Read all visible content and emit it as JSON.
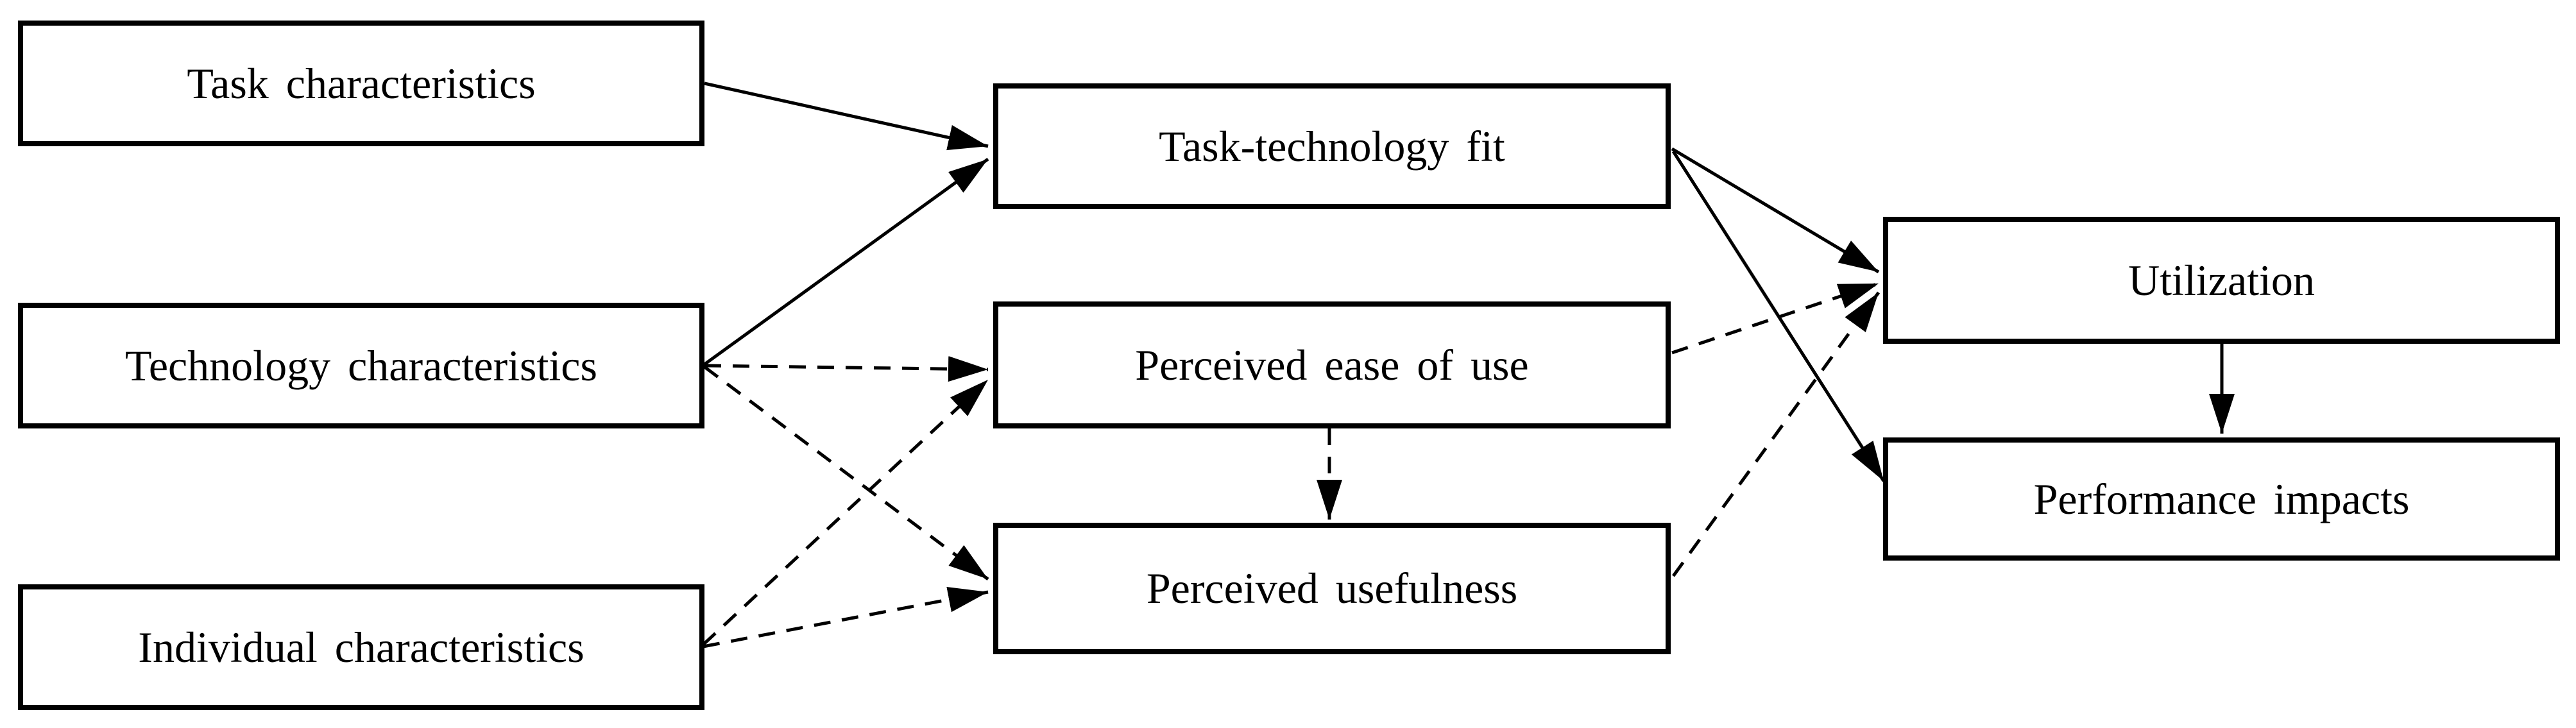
{
  "nodes": {
    "task": {
      "label": "Task characteristics"
    },
    "tech": {
      "label": "Technology characteristics"
    },
    "individual": {
      "label": "Individual characteristics"
    },
    "ttf": {
      "label": "Task-technology fit"
    },
    "peu": {
      "label": "Perceived ease of use"
    },
    "pu": {
      "label": "Perceived usefulness"
    },
    "util": {
      "label": "Utilization"
    },
    "perf": {
      "label": "Performance impacts"
    }
  },
  "edges": [
    {
      "from": "task",
      "to": "ttf",
      "style": "solid"
    },
    {
      "from": "tech",
      "to": "ttf",
      "style": "solid"
    },
    {
      "from": "tech",
      "to": "peu",
      "style": "dashed"
    },
    {
      "from": "tech",
      "to": "pu",
      "style": "dashed"
    },
    {
      "from": "individual",
      "to": "peu",
      "style": "dashed"
    },
    {
      "from": "individual",
      "to": "pu",
      "style": "dashed"
    },
    {
      "from": "peu",
      "to": "pu",
      "style": "dashed"
    },
    {
      "from": "peu",
      "to": "util",
      "style": "dashed"
    },
    {
      "from": "pu",
      "to": "util",
      "style": "dashed"
    },
    {
      "from": "ttf",
      "to": "util",
      "style": "solid"
    },
    {
      "from": "ttf",
      "to": "perf",
      "style": "solid"
    },
    {
      "from": "util",
      "to": "perf",
      "style": "solid"
    }
  ],
  "colors": {
    "background": "#ffffff",
    "box_fill": "#ffffff",
    "box_border": "#000000",
    "line": "#000000",
    "text": "#000000"
  }
}
